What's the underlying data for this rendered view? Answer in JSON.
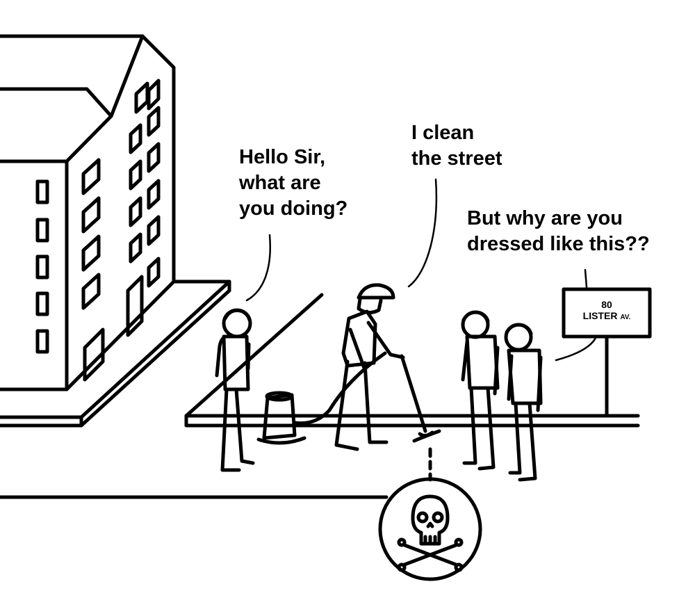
{
  "speech_bubbles": {
    "passerby_left": {
      "lines": [
        "Hello Sir,",
        "what are",
        "you doing?"
      ]
    },
    "cleaner": {
      "lines": [
        "I clean",
        "the street"
      ]
    },
    "pair_right": {
      "lines": [
        "But why are you",
        "dressed like this??"
      ]
    }
  },
  "street_sign": {
    "number": "80",
    "street": "LISTER",
    "suffix": "AV."
  },
  "icons": {
    "hazard": "skull-and-crossbones-icon"
  },
  "colors": {
    "line": "#000000",
    "background": "#ffffff"
  }
}
